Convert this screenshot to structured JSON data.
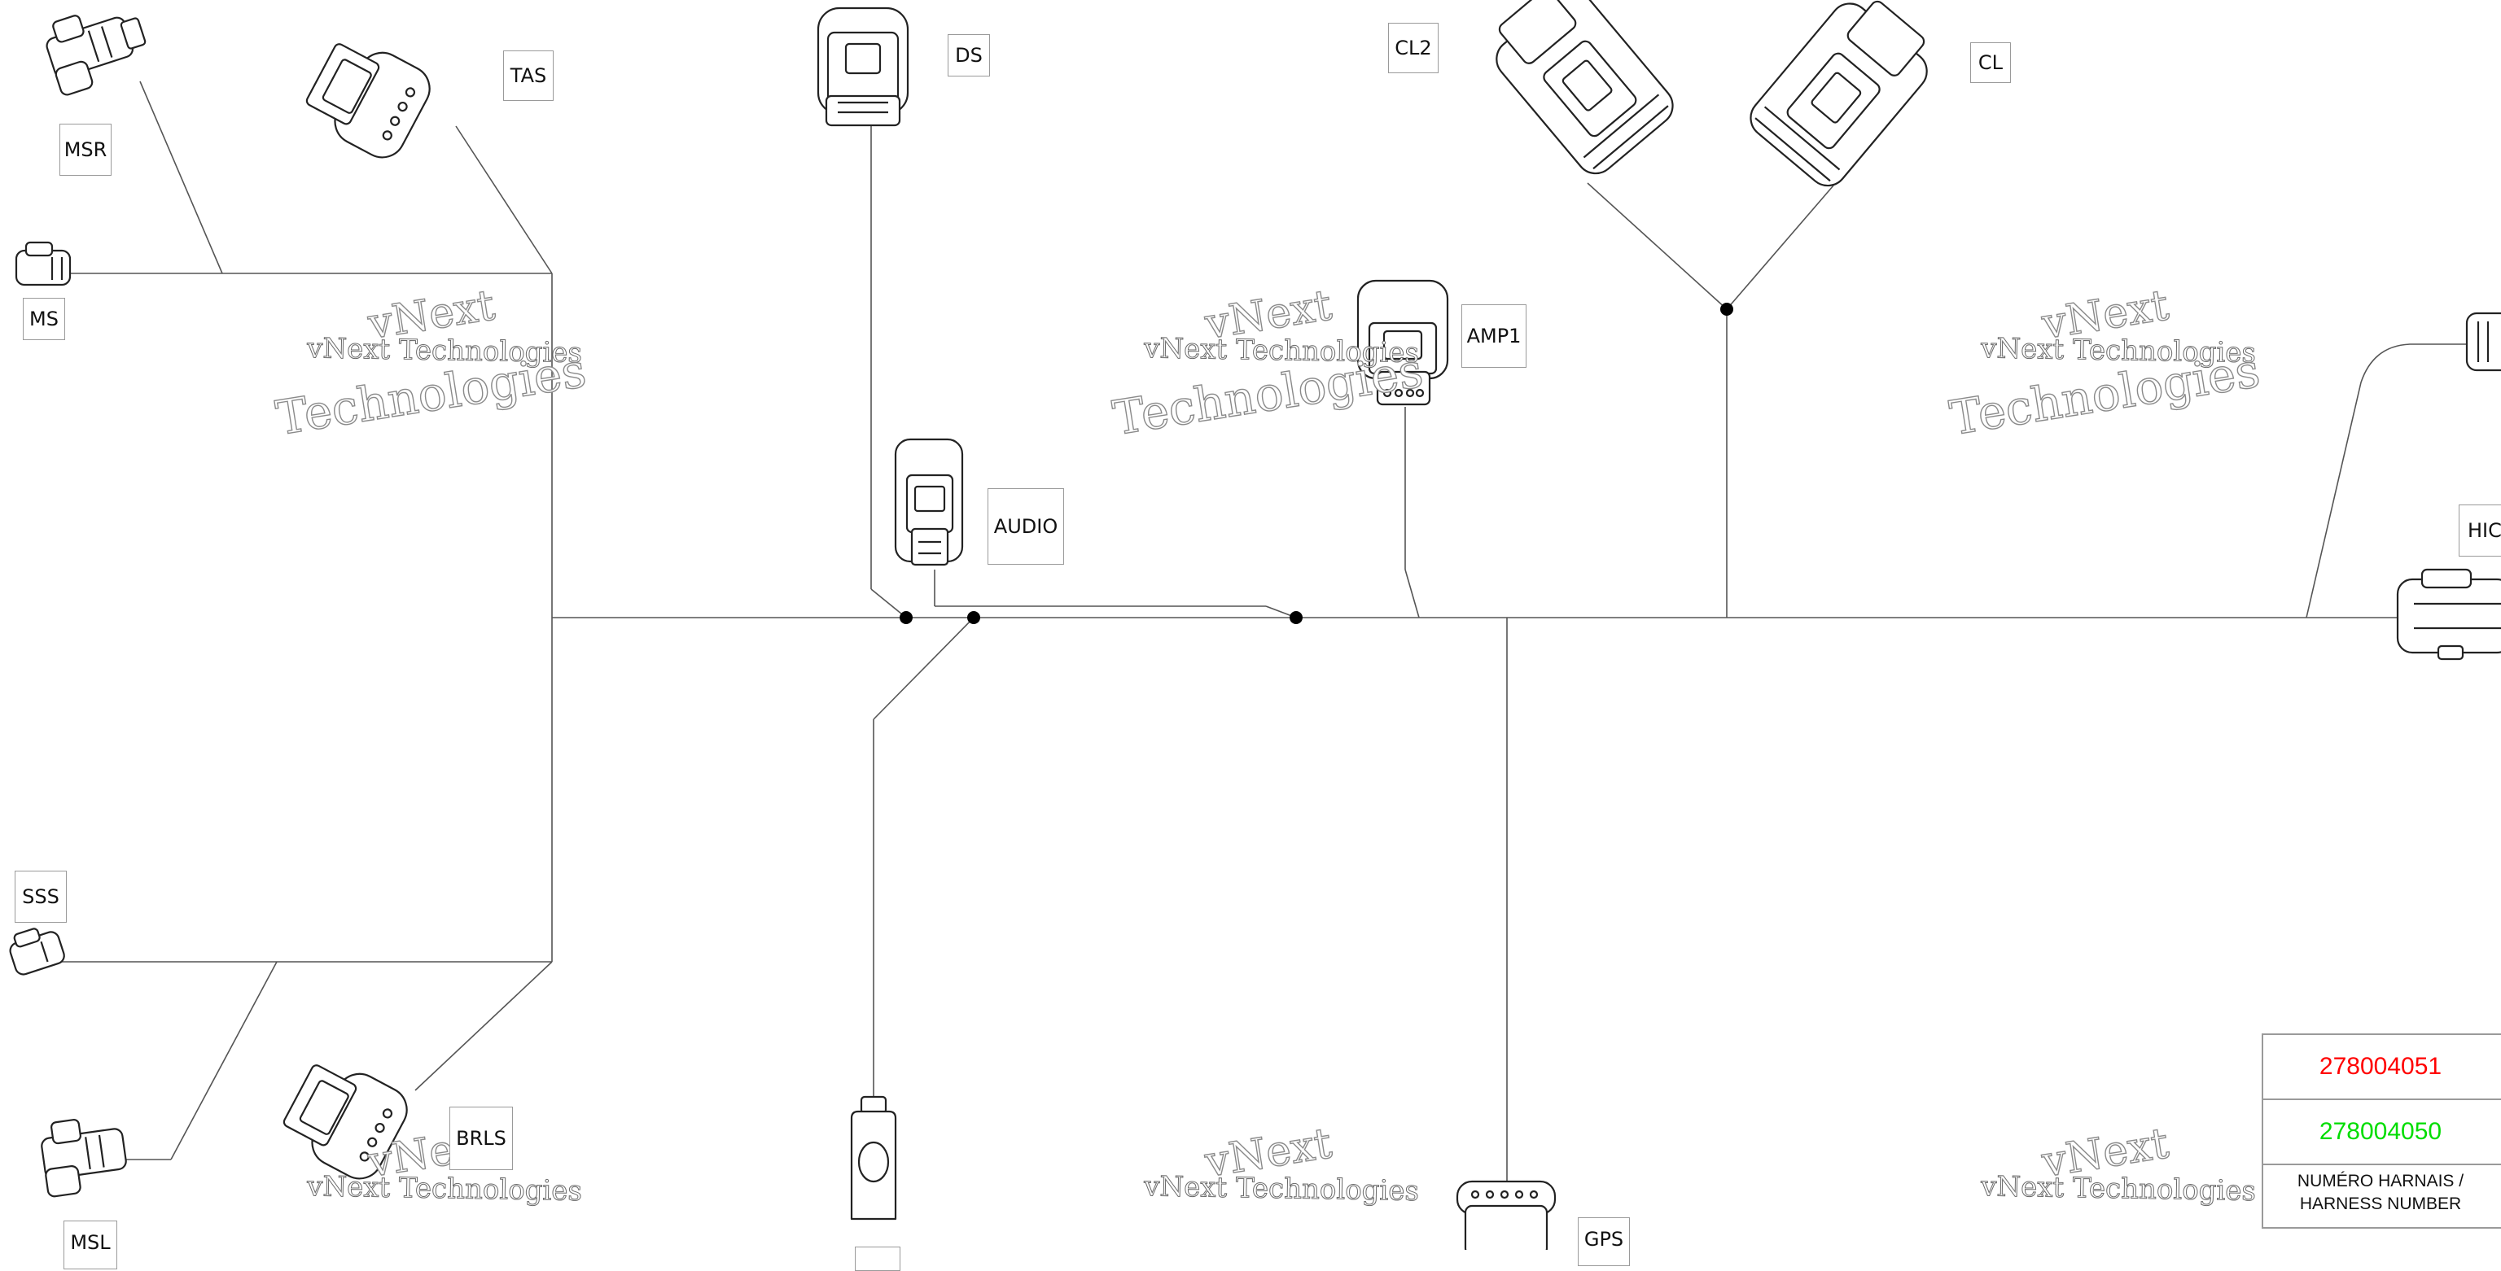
{
  "diagram": {
    "watermark": {
      "line1": "vNext",
      "line2": "vNext Technologies",
      "line3": "Technologies"
    },
    "connectors": {
      "msr": "MSR",
      "tas": "TAS",
      "ds": "DS",
      "cl2": "CL2",
      "cl": "CL",
      "ms": "MS",
      "amp1": "AMP1",
      "audio": "AUDIO",
      "hic": "HIC",
      "sss": "SSS",
      "brls": "BRLS",
      "msl": "MSL",
      "gps": "GPS"
    },
    "legend": {
      "number_red": "278004051",
      "number_green": "278004050",
      "caption": "NUMÉRO HARNAIS / HARNESS NUMBER",
      "color_red": "#ff0000",
      "color_green": "#00dd00"
    }
  }
}
